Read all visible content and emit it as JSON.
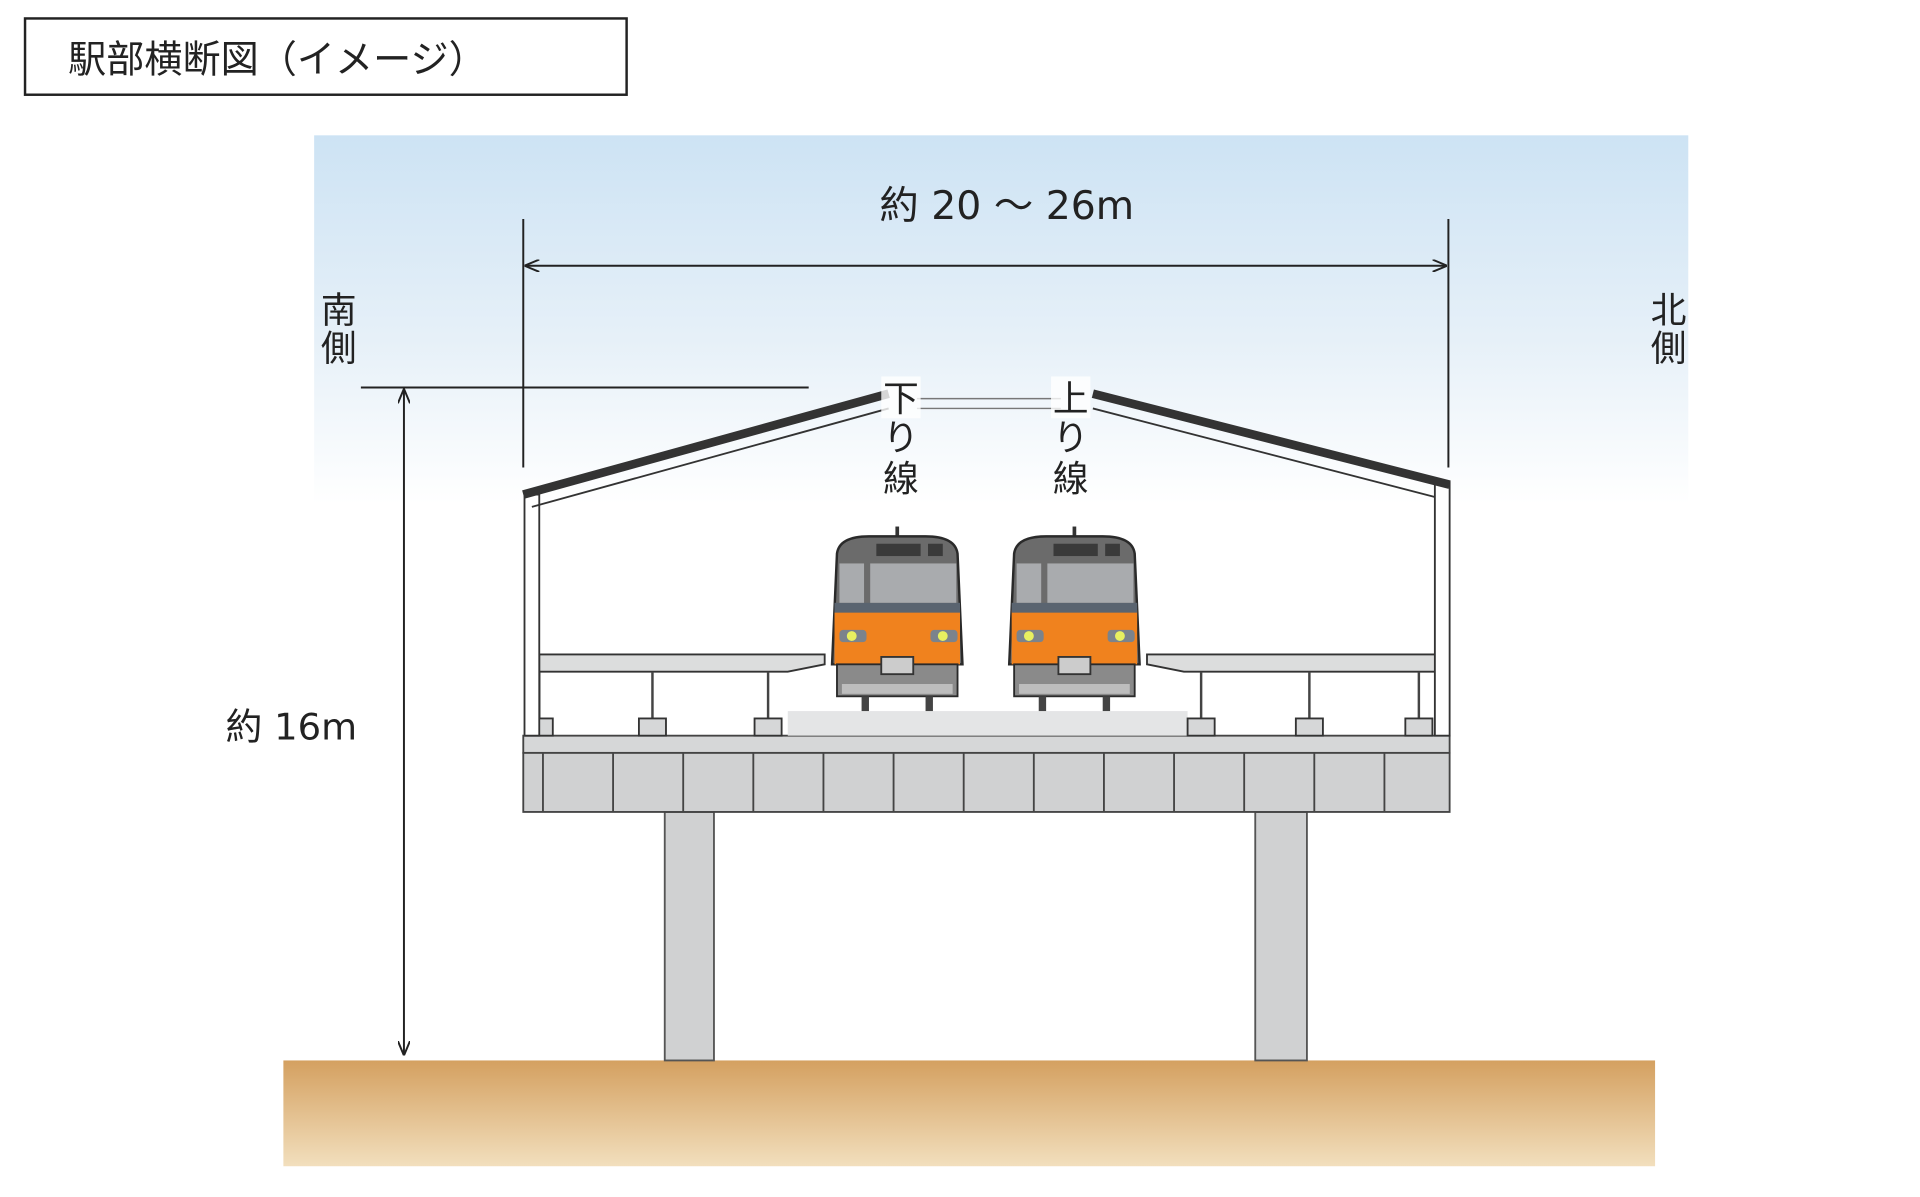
{
  "title": "駅部横断図（イメージ）",
  "dimensions": {
    "width_label": "約 20 ～ 26m",
    "height_label": "約 16m"
  },
  "directions": {
    "south": [
      "南",
      "側"
    ],
    "north": [
      "北",
      "側"
    ]
  },
  "tracks": {
    "down_line": [
      "下",
      "り",
      "線"
    ],
    "up_line": [
      "上",
      "り",
      "線"
    ]
  },
  "colors": {
    "sky": "#cfe4f4",
    "ground_top": "#d4a060",
    "ground_bottom": "#f0dcb8",
    "train_orange": "#f0821e",
    "concrete": "#d2d3d4",
    "roof": "#333333"
  }
}
